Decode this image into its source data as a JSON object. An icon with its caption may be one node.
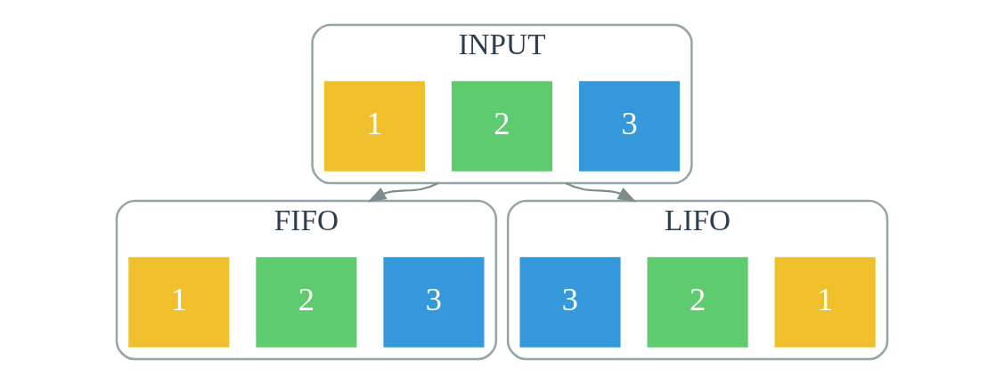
{
  "diagram": {
    "nodes": [
      {
        "text": [
          "INPUT"
        ]
      },
      {
        "text": [
          "1"
        ],
        "in": 0
      },
      {
        "text": [
          "2"
        ],
        "in": 0
      },
      {
        "text": [
          "3"
        ],
        "in": 0
      },
      {
        "text": [
          "FIFO"
        ]
      },
      {
        "text": [
          "1"
        ],
        "in": 4
      },
      {
        "text": [
          "2"
        ],
        "in": 4
      },
      {
        "text": [
          "3"
        ],
        "in": 4
      },
      {
        "text": [
          "LIFO"
        ]
      },
      {
        "text": [
          "3"
        ],
        "in": 8
      },
      {
        "text": [
          "2"
        ],
        "in": 8
      },
      {
        "text": [
          "1"
        ],
        "in": 8
      }
    ],
    "edges": [
      {
        "from": 0,
        "to": 4,
        "arrow": "to"
      },
      {
        "from": 0,
        "to": 8,
        "arrow": "to"
      }
    ]
  }
}
